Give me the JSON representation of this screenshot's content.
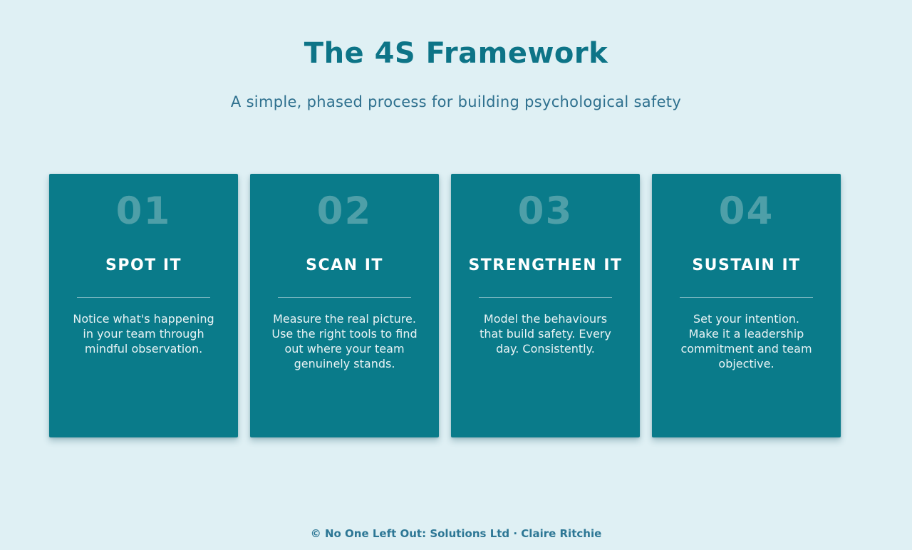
{
  "page": {
    "title": "The 4S Framework",
    "subtitle": "A simple, phased process for building psychological safety",
    "footer": "© No One Left Out: Solutions Ltd · Claire Ritchie"
  },
  "colors": {
    "background": "#dff0f4",
    "title": "#0d7487",
    "subtitle": "#2e708e",
    "card_background": "#0a7b8a",
    "card_number": "#4e9fa8",
    "card_heading": "#ffffff",
    "card_body": "#e9f3f5",
    "card_divider": "rgba(255,255,255,0.45)",
    "footer": "#2d7795"
  },
  "cards": [
    {
      "number": "01",
      "heading": "SPOT IT",
      "body": "Notice what's happening\nin your team through\nmindful observation."
    },
    {
      "number": "02",
      "heading": "SCAN IT",
      "body": "Measure the real picture.\nUse the right tools to find\nout where your team\ngenuinely stands."
    },
    {
      "number": "03",
      "heading": "STRENGTHEN IT",
      "body": "Model the behaviours\nthat build safety. Every\nday. Consistently."
    },
    {
      "number": "04",
      "heading": "SUSTAIN IT",
      "body": "Set your intention.\nMake it a leadership\ncommitment and team\nobjective."
    }
  ]
}
